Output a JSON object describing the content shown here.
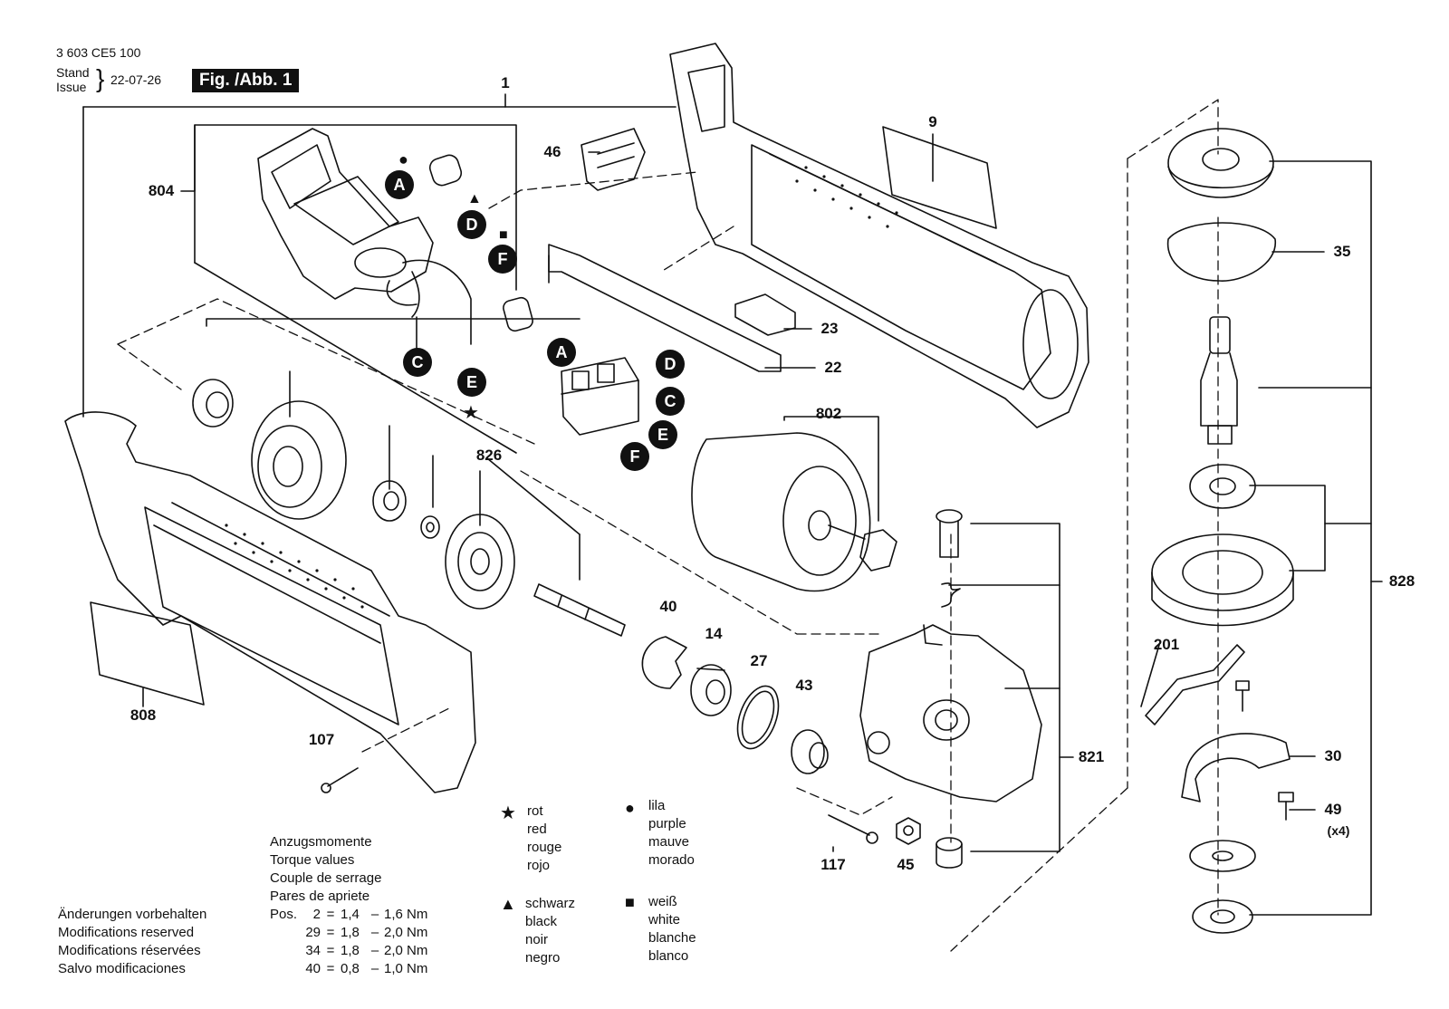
{
  "header": {
    "doc_number": "3 603 CE5 100",
    "stand_label": "Stand",
    "issue_label": "Issue",
    "date": "22-07-26",
    "figure_label": "Fig. /Abb. 1"
  },
  "part_numbers": {
    "p1": "1",
    "p9": "9",
    "p46": "46",
    "p804": "804",
    "p23": "23",
    "p22": "22",
    "p802": "802",
    "p826": "826",
    "p808": "808",
    "p107": "107",
    "p40": "40",
    "p14": "14",
    "p27": "27",
    "p43": "43",
    "p117": "117",
    "p45": "45",
    "p821": "821",
    "p35": "35",
    "p828": "828",
    "p201": "201",
    "p30": "30",
    "p49": "49",
    "p49qty": "(x4)"
  },
  "connector_labels": {
    "a1": "A",
    "a2": "A",
    "d1": "D",
    "d2": "D",
    "f1": "F",
    "f2": "F",
    "c1": "C",
    "c2": "C",
    "e1": "E",
    "e2": "E"
  },
  "torque": {
    "lines": [
      "Anzugsmomente",
      "Torque values",
      "Couple de serrage",
      "Pares de apriete"
    ],
    "rows": [
      {
        "pos": "Pos.",
        "num": "2",
        "eq": "=",
        "min": "1,4",
        "dash": "–",
        "max": "1,6 Nm"
      },
      {
        "pos": "",
        "num": "29",
        "eq": "=",
        "min": "1,8",
        "dash": "–",
        "max": "2,0 Nm"
      },
      {
        "pos": "",
        "num": "34",
        "eq": "=",
        "min": "1,8",
        "dash": "–",
        "max": "2,0 Nm"
      },
      {
        "pos": "",
        "num": "40",
        "eq": "=",
        "min": "0,8",
        "dash": "–",
        "max": "1,0 Nm"
      }
    ]
  },
  "modifications": [
    "Änderungen vorbehalten",
    "Modifications reserved",
    "Modifications réservées",
    "Salvo modificaciones"
  ],
  "legend": {
    "star": {
      "symbol": "★",
      "lines": [
        "rot",
        "red",
        "rouge",
        "rojo"
      ]
    },
    "circle": {
      "symbol": "●",
      "lines": [
        "lila",
        "purple",
        "mauve",
        "morado"
      ]
    },
    "triangle": {
      "symbol": "▲",
      "lines": [
        "schwarz",
        "black",
        "noir",
        "negro"
      ]
    },
    "square": {
      "symbol": "■",
      "lines": [
        "weiß",
        "white",
        "blanche",
        "blanco"
      ]
    }
  }
}
